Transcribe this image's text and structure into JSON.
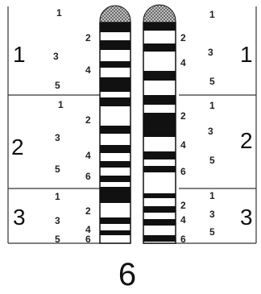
{
  "figure": {
    "chromosome_label": "6",
    "hatch_color": "#bbbbbb",
    "band_color": "#111111",
    "left": {
      "regions": [
        {
          "label": "1",
          "sub": [
            {
              "label": "1",
              "col": "near"
            },
            {
              "label": "2",
              "col": "far"
            },
            {
              "label": "3",
              "col": "near"
            },
            {
              "label": "4",
              "col": "far"
            },
            {
              "label": "5",
              "col": "near"
            }
          ]
        },
        {
          "label": "2",
          "sub": [
            {
              "label": "1",
              "col": "near"
            },
            {
              "label": "2",
              "col": "far"
            },
            {
              "label": "3",
              "col": "near"
            },
            {
              "label": "4",
              "col": "far"
            },
            {
              "label": "5",
              "col": "near"
            },
            {
              "label": "6",
              "col": "far"
            }
          ]
        },
        {
          "label": "3",
          "sub": [
            {
              "label": "1",
              "col": "near"
            },
            {
              "label": "2",
              "col": "far"
            },
            {
              "label": "3",
              "col": "near"
            },
            {
              "label": "4",
              "col": "far"
            },
            {
              "label": "5",
              "col": "near"
            },
            {
              "label": "6",
              "col": "far"
            }
          ]
        }
      ]
    },
    "right": {
      "regions": [
        {
          "label": "1",
          "sub": [
            {
              "label": "1",
              "col": "far"
            },
            {
              "label": "2",
              "col": "near"
            },
            {
              "label": "3",
              "col": "far"
            },
            {
              "label": "4",
              "col": "near"
            },
            {
              "label": "5",
              "col": "far"
            }
          ]
        },
        {
          "label": "2",
          "sub": [
            {
              "label": "1",
              "col": "far"
            },
            {
              "label": "2",
              "col": "near"
            },
            {
              "label": "3",
              "col": "far"
            },
            {
              "label": "4",
              "col": "near"
            },
            {
              "label": "5",
              "col": "far"
            },
            {
              "label": "6",
              "col": "near"
            }
          ]
        },
        {
          "label": "3",
          "sub": [
            {
              "label": "1",
              "col": "far"
            },
            {
              "label": "2",
              "col": "near"
            },
            {
              "label": "3",
              "col": "far"
            },
            {
              "label": "4",
              "col": "near"
            },
            {
              "label": "5",
              "col": "far"
            },
            {
              "label": "6",
              "col": "near"
            }
          ]
        }
      ]
    }
  }
}
